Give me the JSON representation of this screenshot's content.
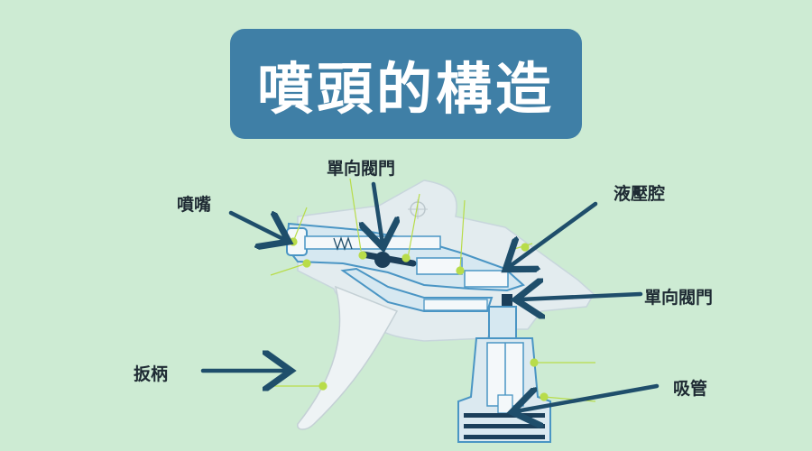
{
  "title": "噴頭的構造",
  "labels": {
    "nozzle": "噴嘴",
    "check_valve_top": "單向閥門",
    "hydraulic_chamber": "液壓腔",
    "check_valve_right": "單向閥門",
    "trigger": "扳柄",
    "suction_tube": "吸管"
  },
  "colors": {
    "background": "#cdebd3",
    "title_box": "#3f7fa6",
    "arrow": "#1f4e6b",
    "body_outline": "#4a95c4",
    "body_fill": "#e6f0f4",
    "leader_line": "#b8dc4a"
  }
}
